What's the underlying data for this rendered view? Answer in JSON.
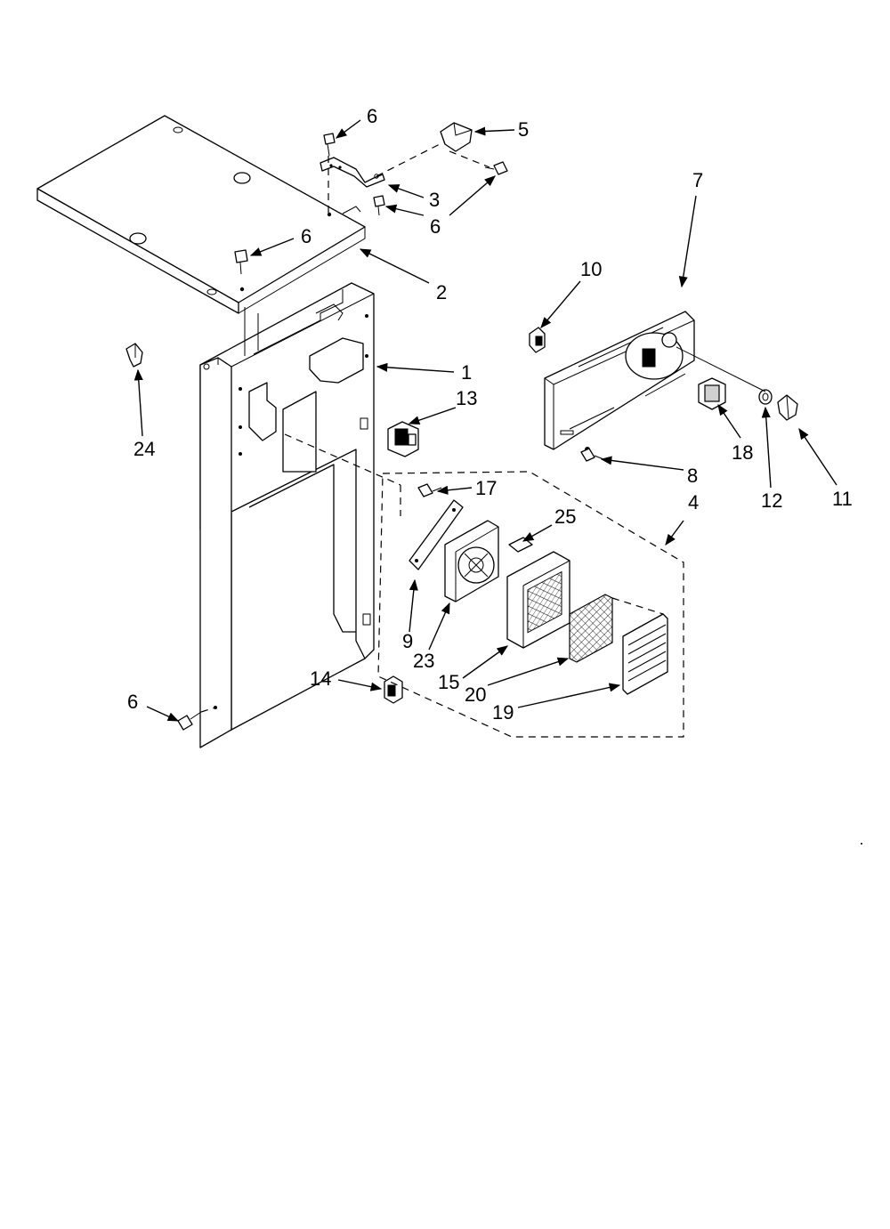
{
  "diagram": {
    "callouts": {
      "c1": "1",
      "c2": "2",
      "c3": "3",
      "c4": "4",
      "c5": "5",
      "c6a": "6",
      "c6b": "6",
      "c6c": "6",
      "c6d": "6",
      "c7": "7",
      "c8": "8",
      "c9": "9",
      "c10": "10",
      "c11": "11",
      "c12": "12",
      "c13": "13",
      "c14": "14",
      "c15": "15",
      "c17": "17",
      "c18": "18",
      "c19": "19",
      "c20": "20",
      "c23": "23",
      "c24": "24",
      "c25": "25"
    }
  }
}
